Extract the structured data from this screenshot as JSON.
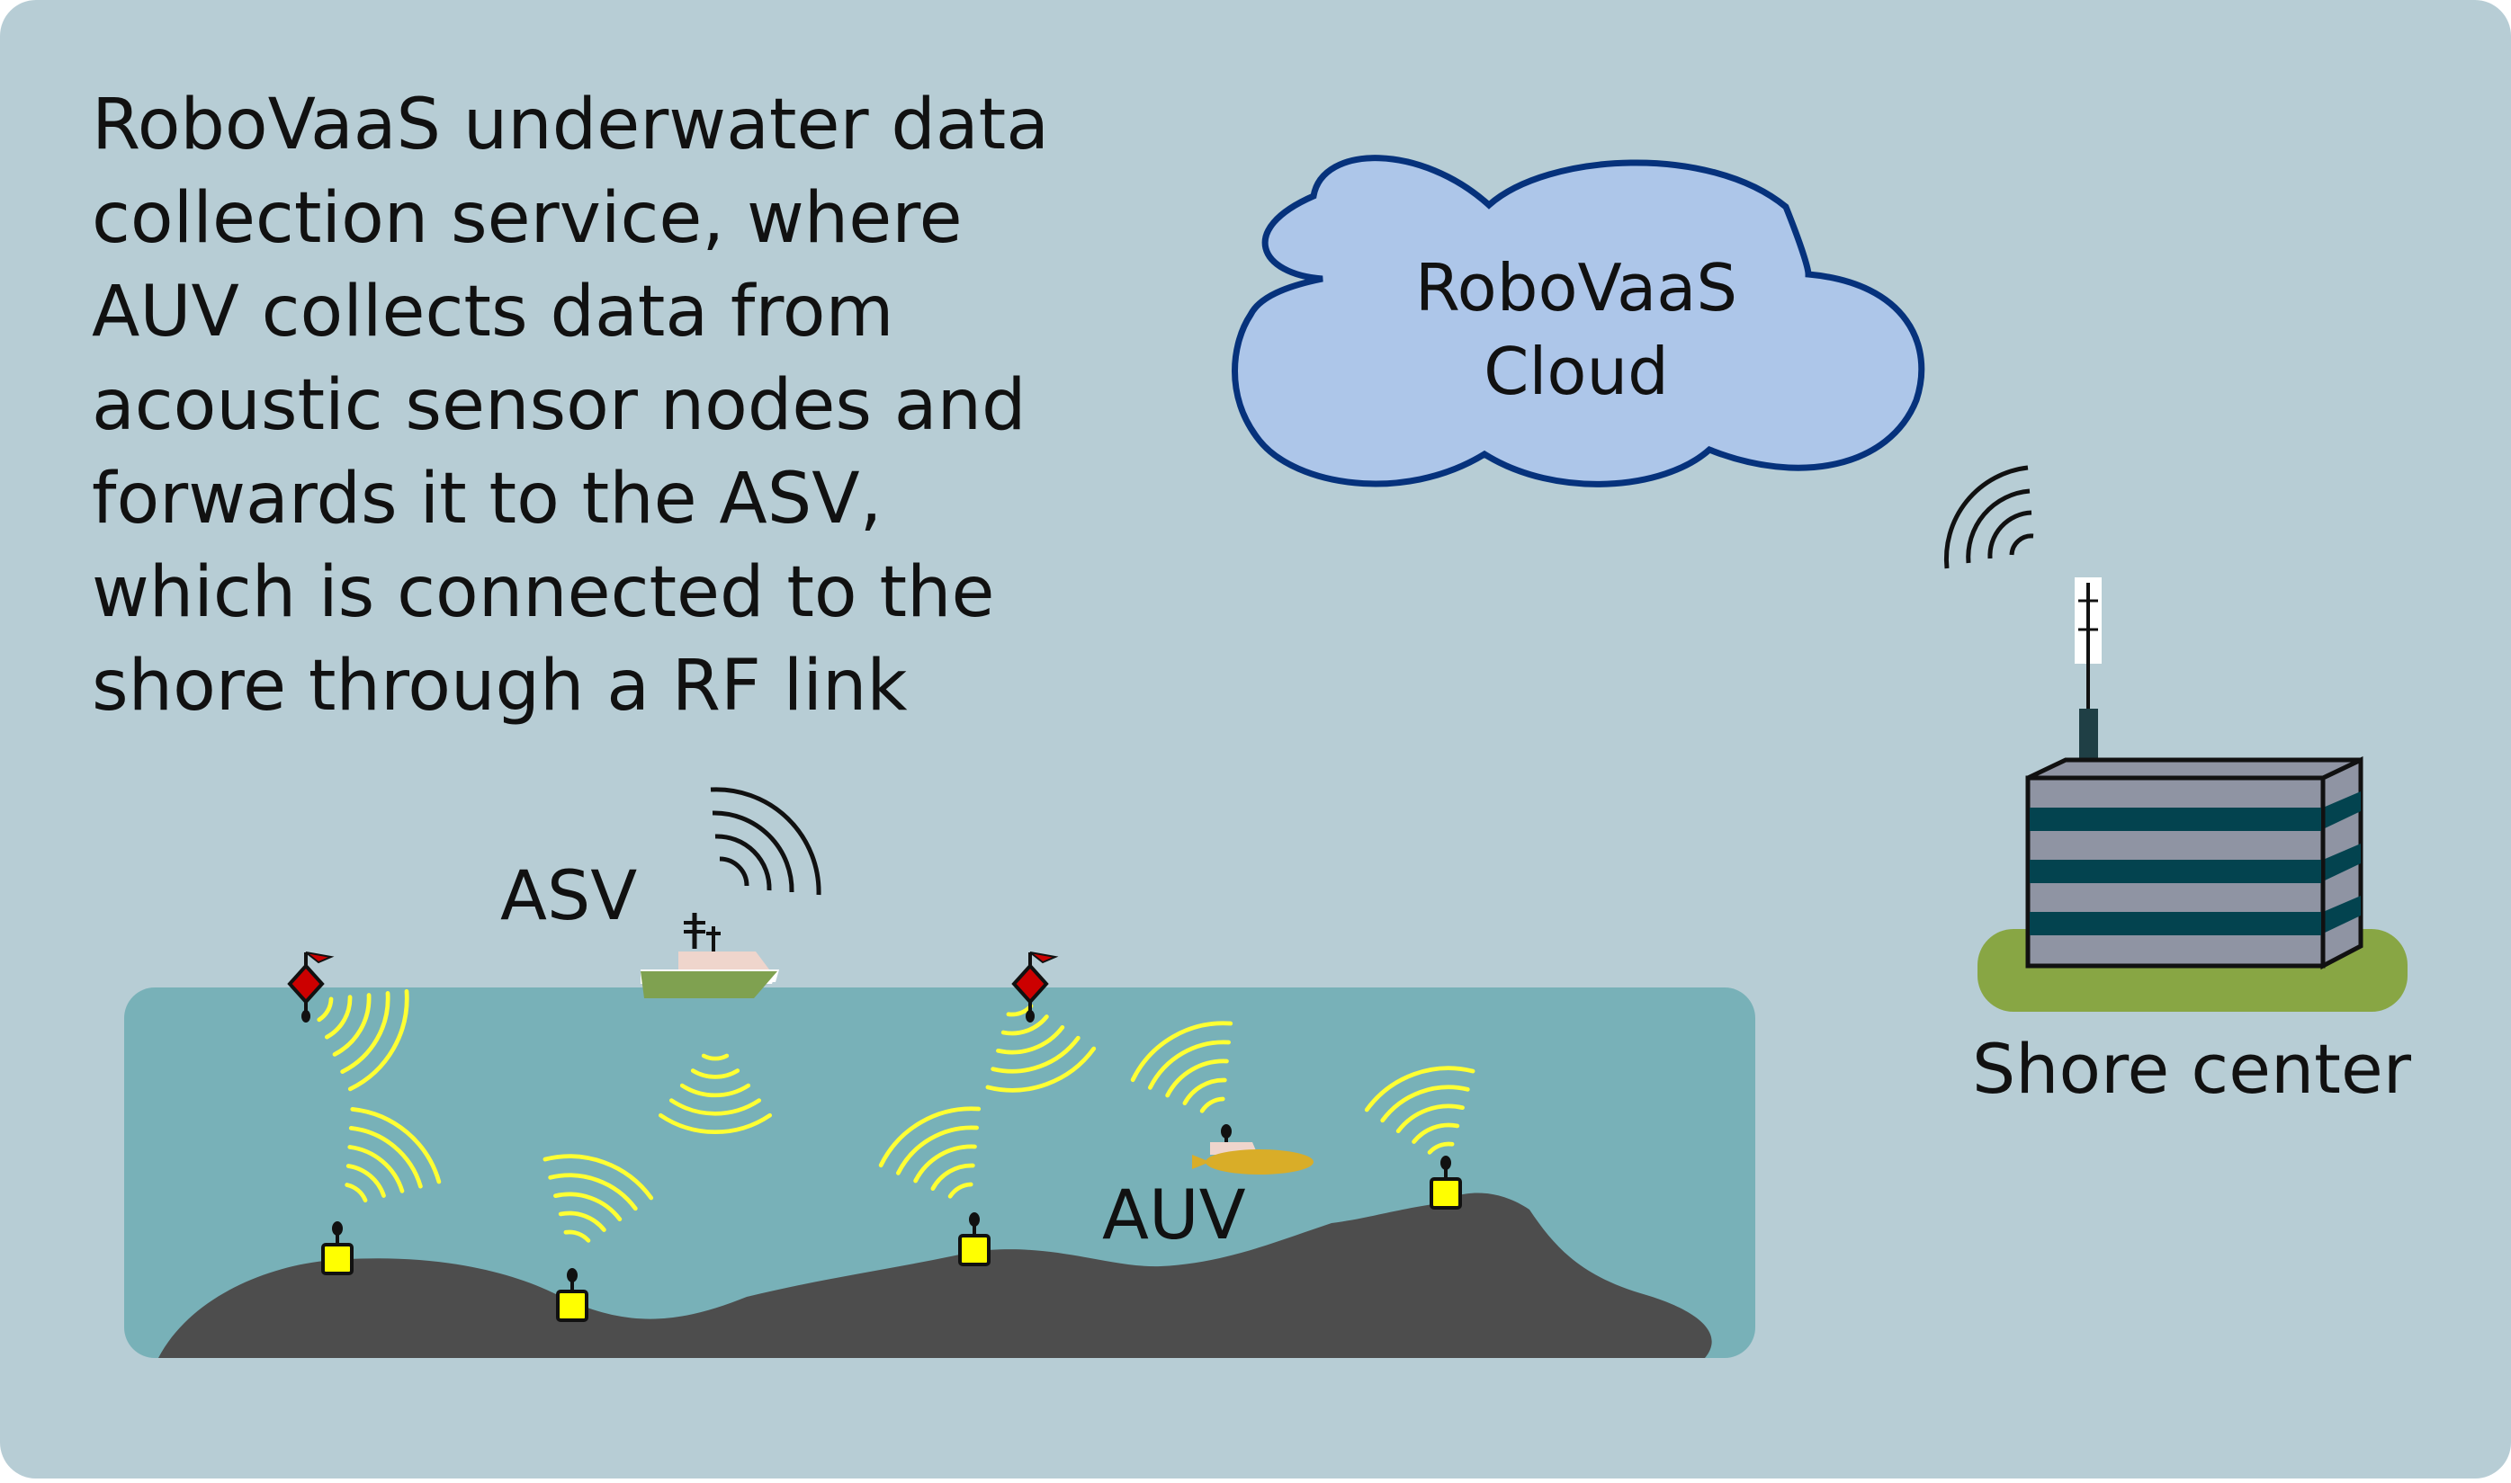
{
  "description": {
    "lines": [
      "RoboVaaS underwater data",
      "collection service, where",
      "AUV collects data from",
      "acoustic sensor nodes and",
      "forwards it to the ASV,",
      "which is connected to the",
      "shore through a RF link"
    ]
  },
  "cloud": {
    "line1": "RoboVaaS",
    "line2": "Cloud"
  },
  "labels": {
    "asv": "ASV",
    "auv": "AUV",
    "shore": "Shore center"
  },
  "icons": {
    "asv": "boat-icon",
    "auv": "submarine-icon",
    "buoy": "buoy-icon",
    "sensor": "sensor-node-icon",
    "building": "building-icon",
    "antenna": "antenna-icon",
    "cloud": "cloud-icon",
    "rf_waves": "rf-wave-icon",
    "acoustic_waves": "acoustic-wave-icon"
  },
  "colors": {
    "background": "#b7cdd5",
    "water": "#78b1b8",
    "seabed": "#4d4d4d",
    "cloud_fill": "#adc6e9",
    "cloud_stroke": "#06327c",
    "acoustic_wave": "#ffff33",
    "sensor_node": "#ffff00",
    "buoy": "#cc0000",
    "asv_hull": "#7fa150",
    "auv_body": "#d9ad28",
    "building_body": "#8f94a3",
    "building_stripe": "#03434f",
    "grass": "#88a644"
  }
}
